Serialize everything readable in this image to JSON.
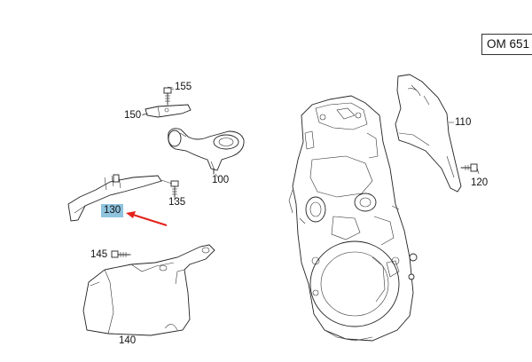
{
  "engine_code": "OM 651",
  "parts": [
    {
      "id": "100",
      "label": "100"
    },
    {
      "id": "110",
      "label": "110"
    },
    {
      "id": "120",
      "label": "120"
    },
    {
      "id": "130",
      "label": "130",
      "highlighted": true
    },
    {
      "id": "135",
      "label": "135"
    },
    {
      "id": "140",
      "label": "140"
    },
    {
      "id": "145",
      "label": "145"
    },
    {
      "id": "150",
      "label": "150"
    },
    {
      "id": "155",
      "label": "155"
    }
  ],
  "colors": {
    "highlight": "#8fc3de",
    "arrow": "#e2231a",
    "line": "#222222"
  }
}
